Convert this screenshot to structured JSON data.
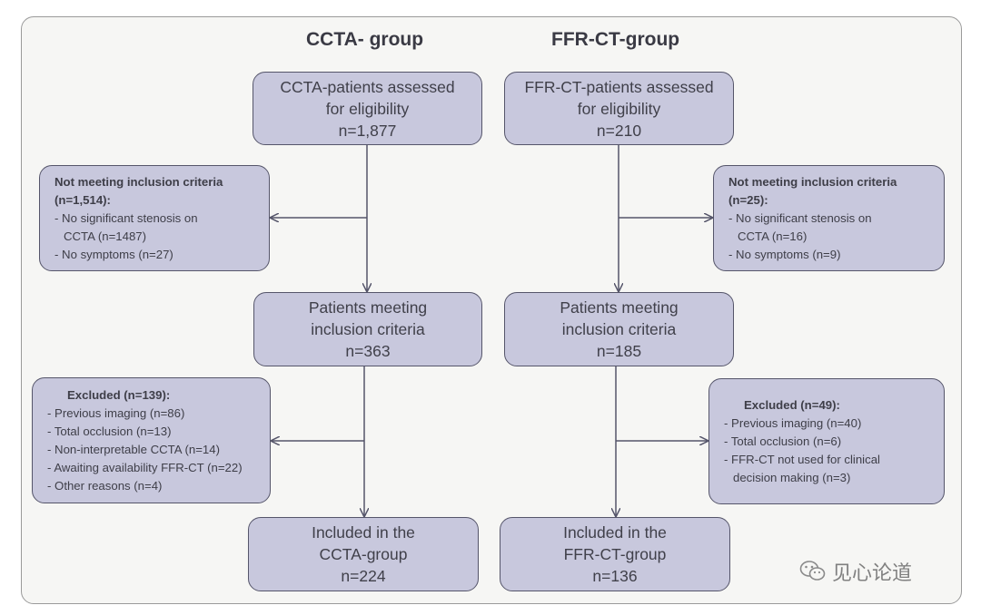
{
  "titles": {
    "left": "CCTA- group",
    "right": "FFR-CT-group"
  },
  "left": {
    "assessed": [
      "CCTA-patients assessed",
      "for eligibility",
      "n=1,877"
    ],
    "not_meeting": {
      "heading": [
        "Not meeting inclusion criteria",
        "(n=1,514):"
      ],
      "items": [
        "- No significant stenosis on",
        "CCTA (n=1487)",
        "- No symptoms (n=27)"
      ]
    },
    "meeting": [
      "Patients meeting",
      "inclusion criteria",
      "n=363"
    ],
    "excluded": {
      "heading": "Excluded (n=139):",
      "items": [
        "- Previous imaging (n=86)",
        "- Total occlusion (n=13)",
        "- Non-interpretable CCTA (n=14)",
        "- Awaiting availability FFR-CT (n=22)",
        "- Other reasons (n=4)"
      ]
    },
    "included": [
      "Included in the",
      "CCTA-group",
      "n=224"
    ]
  },
  "right": {
    "assessed": [
      "FFR-CT-patients assessed",
      "for eligibility",
      "n=210"
    ],
    "not_meeting": {
      "heading": [
        "Not meeting inclusion criteria",
        "(n=25):"
      ],
      "items": [
        "- No significant stenosis on",
        "CCTA (n=16)",
        "- No symptoms (n=9)"
      ]
    },
    "meeting": [
      "Patients meeting",
      "inclusion criteria",
      "n=185"
    ],
    "excluded": {
      "heading": "Excluded (n=49):",
      "items": [
        "- Previous imaging (n=40)",
        "- Total occlusion (n=6)",
        "- FFR-CT not used for clinical",
        "decision making (n=3)"
      ]
    },
    "included": [
      "Included in the",
      "FFR-CT-group",
      "n=136"
    ]
  },
  "watermark": {
    "text": "见心论道",
    "icon": "wechat-icon"
  }
}
